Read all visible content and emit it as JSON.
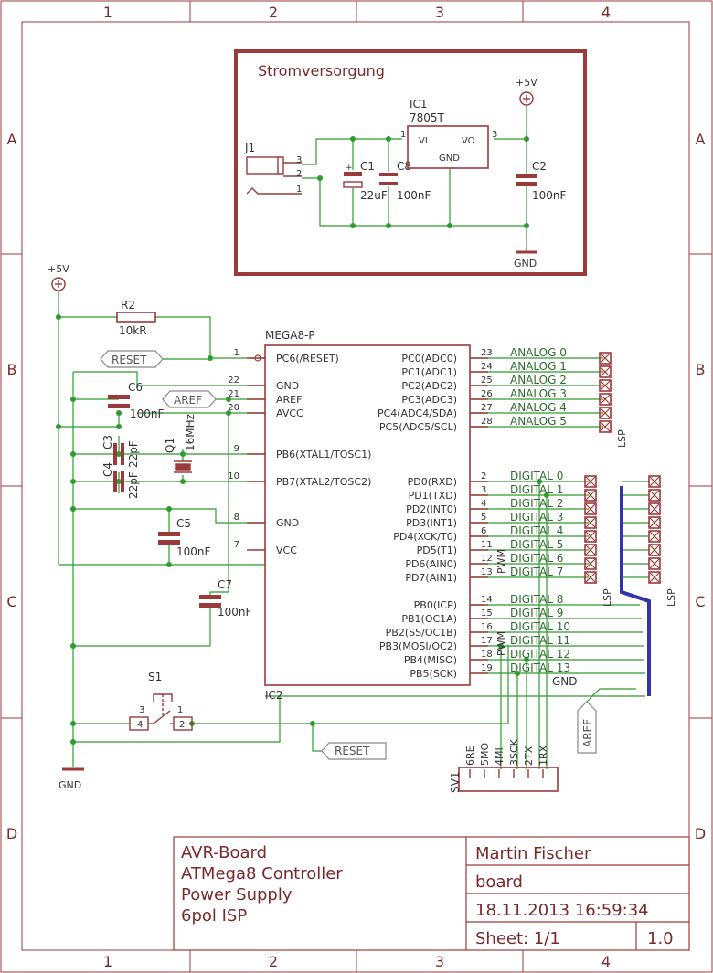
{
  "frame": {
    "columns": [
      "1",
      "2",
      "3",
      "4"
    ],
    "rows": [
      "A",
      "B",
      "C",
      "D"
    ]
  },
  "power": {
    "title": "Stromversorgung",
    "jack": "J1",
    "jack_pins": [
      "3",
      "2",
      "1"
    ],
    "reg_name": "IC1",
    "reg_value": "7805T",
    "reg_pins": {
      "vi": "VI",
      "vo": "VO",
      "gnd": "GND",
      "p1": "1",
      "p3": "3"
    },
    "c1": {
      "name": "C1",
      "value": "22uF"
    },
    "c8": {
      "name": "C8",
      "value": "100nF"
    },
    "c2": {
      "name": "C2",
      "value": "100nF"
    },
    "vcc": "+5V",
    "gnd": "GND"
  },
  "main": {
    "vcc": "+5V",
    "gnd": "GND",
    "r2": {
      "name": "R2",
      "value": "10kR"
    },
    "c6": {
      "name": "C6",
      "value": "100nF"
    },
    "c3": {
      "name": "C3",
      "value": "22pF"
    },
    "c4": {
      "name": "C4",
      "value": "22pF"
    },
    "q1": {
      "name": "Q1",
      "value": "16MHz"
    },
    "c5": {
      "name": "C5",
      "value": "100nF"
    },
    "c7": {
      "name": "C7",
      "value": "100nF"
    },
    "s1": {
      "name": "S1",
      "pins": [
        "3",
        "4",
        "1",
        "2"
      ]
    },
    "reset_flag": "RESET",
    "aref_flag": "AREF",
    "ic_name": "MEGA8-P",
    "ic_ref": "IC2",
    "left_pins": [
      {
        "num": "1",
        "label": "PC6(/RESET)"
      },
      {
        "num": "22",
        "label": "GND"
      },
      {
        "num": "21",
        "label": "AREF"
      },
      {
        "num": "20",
        "label": "AVCC"
      },
      {
        "num": "9",
        "label": "PB6(XTAL1/TOSC1)"
      },
      {
        "num": "10",
        "label": "PB7(XTAL2/TOSC2)"
      },
      {
        "num": "8",
        "label": "GND"
      },
      {
        "num": "7",
        "label": "VCC"
      }
    ],
    "right_pins": [
      {
        "num": "23",
        "label": "PC0(ADC0)",
        "net": "ANALOG 0"
      },
      {
        "num": "24",
        "label": "PC1(ADC1)",
        "net": "ANALOG 1"
      },
      {
        "num": "25",
        "label": "PC2(ADC2)",
        "net": "ANALOG 2"
      },
      {
        "num": "26",
        "label": "PC3(ADC3)",
        "net": "ANALOG 3"
      },
      {
        "num": "27",
        "label": "PC4(ADC4/SDA)",
        "net": "ANALOG 4"
      },
      {
        "num": "28",
        "label": "PC5(ADC5/SCL)",
        "net": "ANALOG 5"
      },
      {
        "num": "2",
        "label": "PD0(RXD)",
        "net": "DIGITAL 0"
      },
      {
        "num": "3",
        "label": "PD1(TXD)",
        "net": "DIGITAL 1"
      },
      {
        "num": "4",
        "label": "PD2(INT0)",
        "net": "DIGITAL 2"
      },
      {
        "num": "5",
        "label": "PD3(INT1)",
        "net": "DIGITAL 3"
      },
      {
        "num": "6",
        "label": "PD4(XCK/T0)",
        "net": "DIGITAL 4"
      },
      {
        "num": "11",
        "label": "PD5(T1)",
        "net": "DIGITAL 5"
      },
      {
        "num": "12",
        "label": "PD6(AIN0)",
        "net": "DIGITAL 6"
      },
      {
        "num": "13",
        "label": "PD7(AIN1)",
        "net": "DIGITAL 7"
      },
      {
        "num": "14",
        "label": "PB0(ICP)",
        "net": "DIGITAL 8"
      },
      {
        "num": "15",
        "label": "PB1(OC1A)",
        "net": "DIGITAL 9"
      },
      {
        "num": "16",
        "label": "PB2(SS/OC1B)",
        "net": "DIGITAL 10"
      },
      {
        "num": "17",
        "label": "PB3(MOSI/OC2)",
        "net": "DIGITAL 11"
      },
      {
        "num": "18",
        "label": "PB4(MISO)",
        "net": "DIGITAL 12"
      },
      {
        "num": "19",
        "label": "PB5(SCK)",
        "net": "DIGITAL 13"
      }
    ],
    "pwm": "PWM",
    "gnd_net": "GND",
    "connector_analog": "LSP",
    "connector_digital": "LSP",
    "isp_name": "SV1",
    "isp_pins": [
      "6RE",
      "5MO",
      "4MI",
      "3SCK",
      "2TX",
      "1RX"
    ]
  },
  "title_block": {
    "lines": [
      "AVR-Board",
      "ATMega8 Controller",
      "Power Supply",
      "6pol ISP"
    ],
    "author": "Martin Fischer",
    "name": "board",
    "date": "18.11.2013 16:59:34",
    "sheet": "Sheet: 1/1",
    "rev": "1.0"
  },
  "colors": {
    "frame": "#9b3a3a",
    "net": "#2e9b2e",
    "bus": "#3333aa",
    "text": "#7a2a2a"
  }
}
